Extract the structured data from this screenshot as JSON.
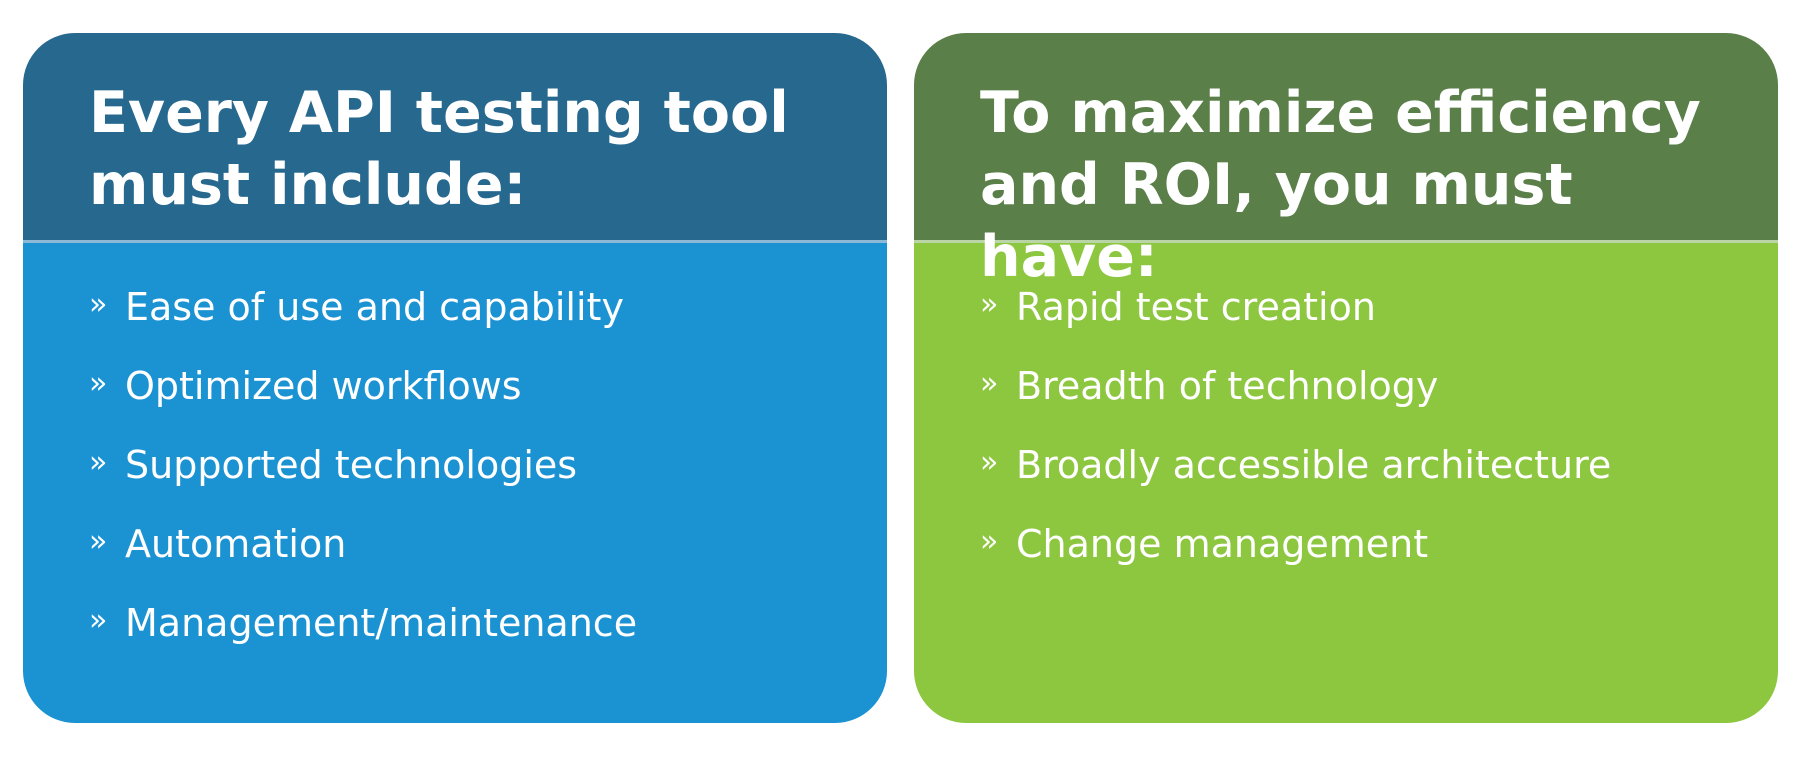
{
  "colors": {
    "left_header": "#27688E",
    "left_body": "#1B92D2",
    "left_divider": "#8DB9D6",
    "right_header": "#5A7F49",
    "right_body": "#8DC63F",
    "right_divider": "#B9D5A6",
    "text": "#FFFFFF"
  },
  "bullet_glyph": "»",
  "left_panel": {
    "title": "Every API testing tool\nmust include:",
    "items": [
      "Ease of use and capability",
      "Optimized workflows",
      "Supported technologies",
      "Automation",
      "Management/maintenance"
    ]
  },
  "right_panel": {
    "title": "To maximize efficiency\nand ROI, you must have:",
    "items": [
      "Rapid test creation",
      "Breadth of technology",
      "Broadly accessible architecture",
      "Change management"
    ]
  }
}
